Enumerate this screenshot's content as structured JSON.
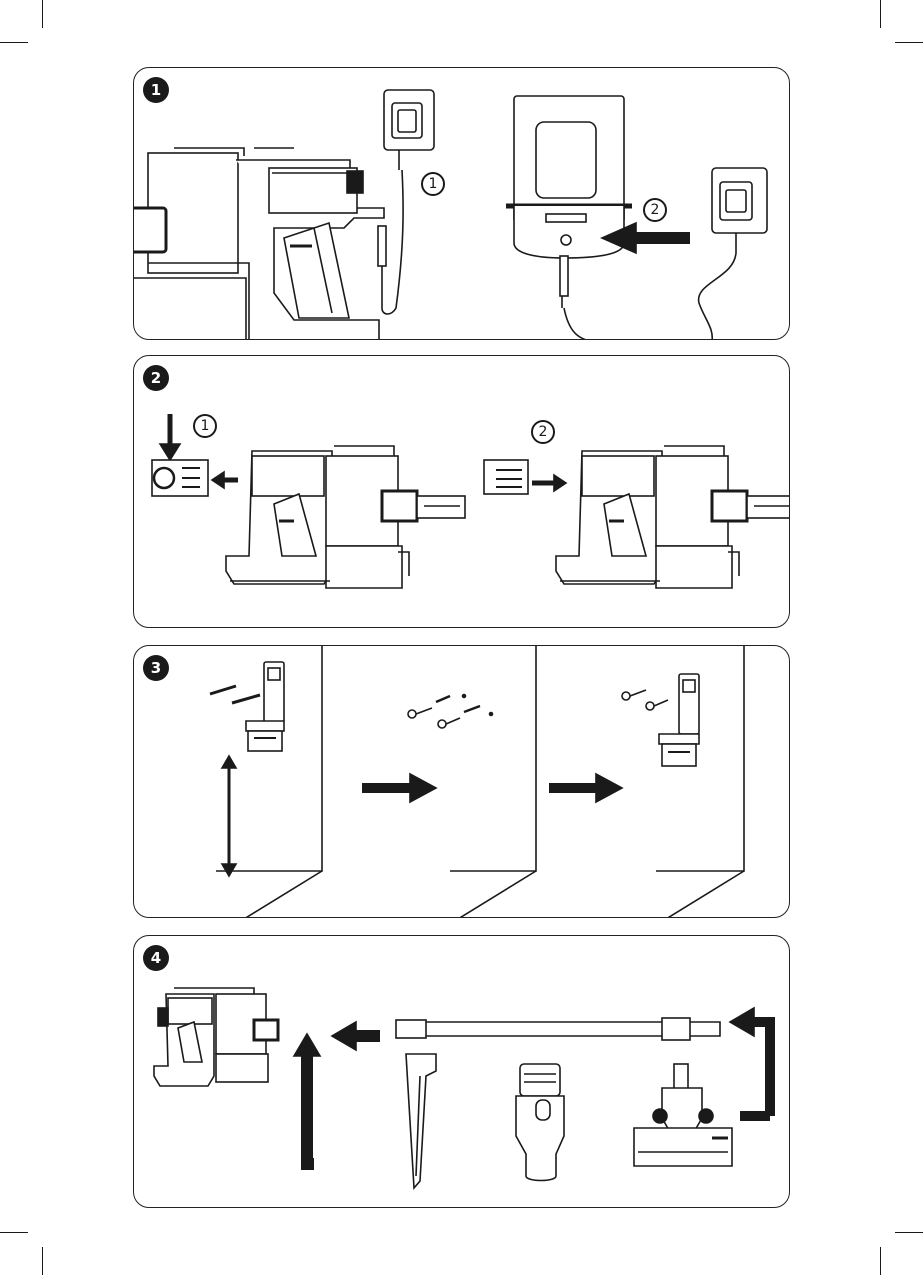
{
  "steps": [
    {
      "number": "1",
      "substeps": [
        "1",
        "2"
      ]
    },
    {
      "number": "2",
      "substeps": [
        "1",
        "2"
      ]
    },
    {
      "number": "3",
      "substeps": []
    },
    {
      "number": "4",
      "substeps": []
    }
  ],
  "colors": {
    "ink": "#1a1a1a",
    "paper": "#ffffff",
    "panel_border": "#222222",
    "shade": "#9a9a9a"
  }
}
